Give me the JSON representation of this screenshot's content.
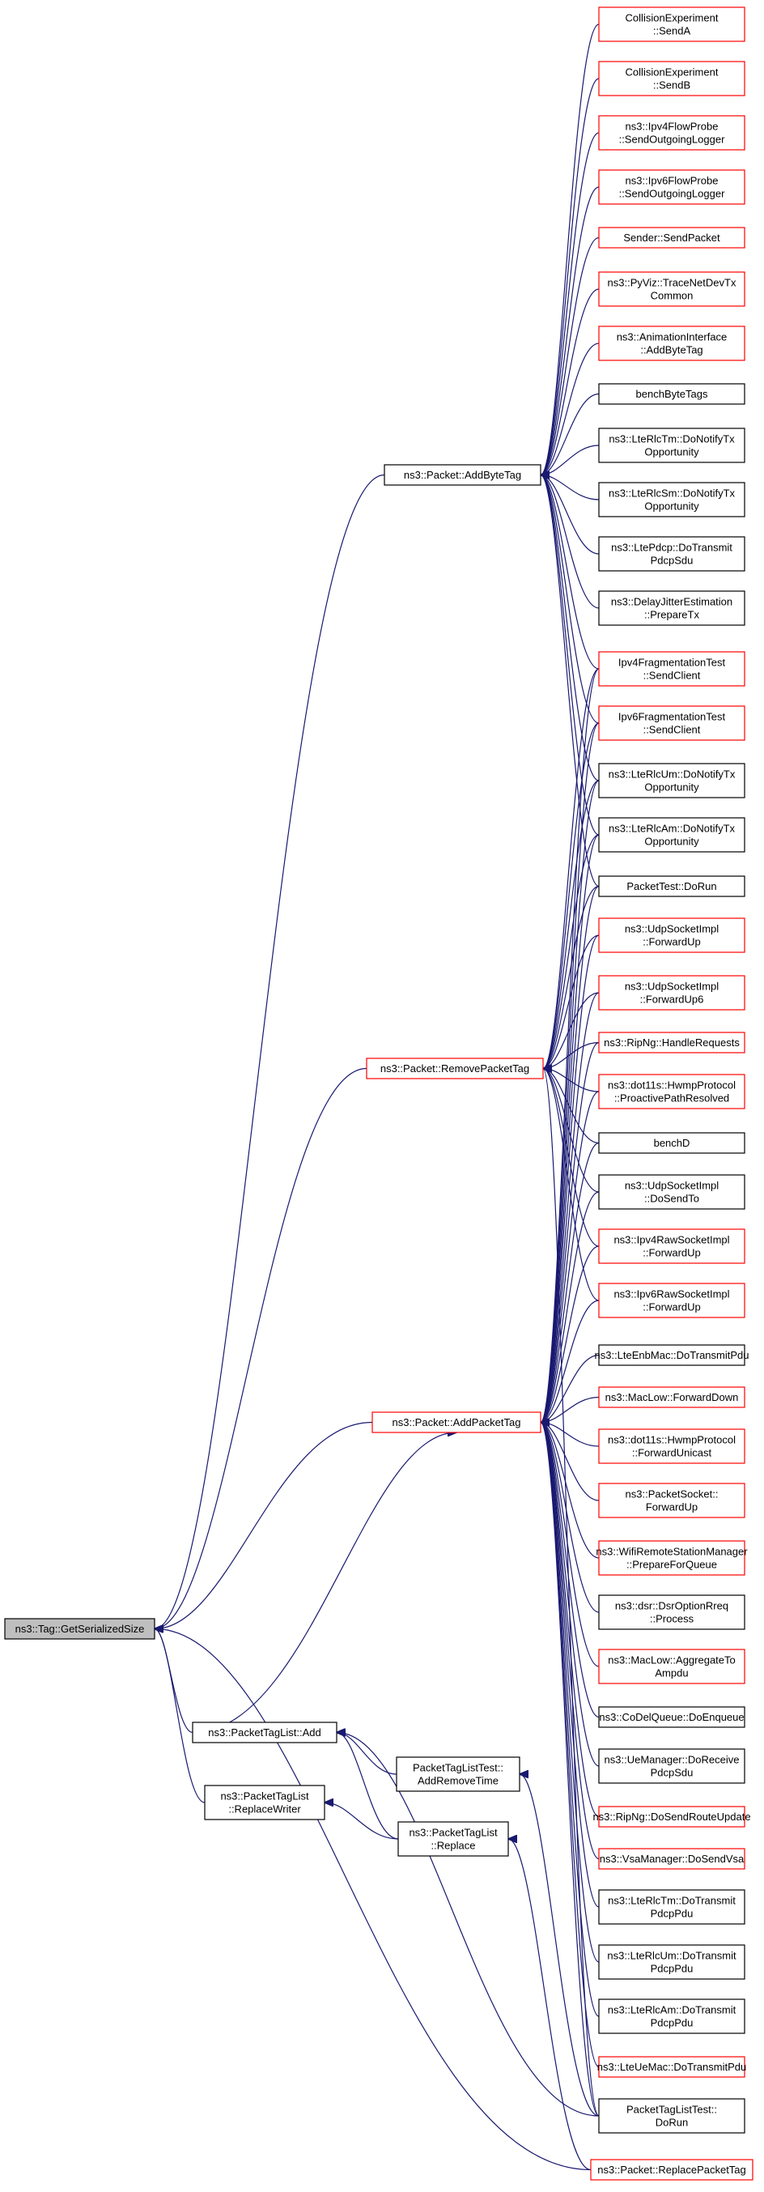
{
  "nodes": [
    {
      "id": "root",
      "lines": [
        "ns3::Tag::GetSerializedSize"
      ],
      "color": "root"
    },
    {
      "id": "addbytetag",
      "lines": [
        "ns3::Packet::AddByteTag"
      ],
      "color": "black"
    },
    {
      "id": "removepackettag",
      "lines": [
        "ns3::Packet::RemovePacketTag"
      ],
      "color": "red"
    },
    {
      "id": "addpackettag",
      "lines": [
        "ns3::Packet::AddPacketTag"
      ],
      "color": "red"
    },
    {
      "id": "ptl_add",
      "lines": [
        "ns3::PacketTagList::Add"
      ],
      "color": "black"
    },
    {
      "id": "ptl_replacewriter",
      "lines": [
        "ns3::PacketTagList",
        "::ReplaceWriter"
      ],
      "color": "black"
    },
    {
      "id": "ptlt_addremovetime",
      "lines": [
        "PacketTagListTest::",
        "AddRemoveTime"
      ],
      "color": "black"
    },
    {
      "id": "ptl_replace",
      "lines": [
        "ns3::PacketTagList",
        "::Replace"
      ],
      "color": "black"
    },
    {
      "id": "collA",
      "lines": [
        "CollisionExperiment",
        "::SendA"
      ],
      "color": "red"
    },
    {
      "id": "collB",
      "lines": [
        "CollisionExperiment",
        "::SendB"
      ],
      "color": "red"
    },
    {
      "id": "ipv4flow",
      "lines": [
        "ns3::Ipv4FlowProbe",
        "::SendOutgoingLogger"
      ],
      "color": "red"
    },
    {
      "id": "ipv6flow",
      "lines": [
        "ns3::Ipv6FlowProbe",
        "::SendOutgoingLogger"
      ],
      "color": "red"
    },
    {
      "id": "sender",
      "lines": [
        "Sender::SendPacket"
      ],
      "color": "red"
    },
    {
      "id": "pyviz",
      "lines": [
        "ns3::PyViz::TraceNetDevTx",
        "Common"
      ],
      "color": "red"
    },
    {
      "id": "anim",
      "lines": [
        "ns3::AnimationInterface",
        "::AddByteTag"
      ],
      "color": "red"
    },
    {
      "id": "benchbyte",
      "lines": [
        "benchByteTags"
      ],
      "color": "black"
    },
    {
      "id": "lterlctm_tx",
      "lines": [
        "ns3::LteRlcTm::DoNotifyTx",
        "Opportunity"
      ],
      "color": "black"
    },
    {
      "id": "lterlcsm_tx",
      "lines": [
        "ns3::LteRlcSm::DoNotifyTx",
        "Opportunity"
      ],
      "color": "black"
    },
    {
      "id": "ltepdcp",
      "lines": [
        "ns3::LtePdcp::DoTransmit",
        "PdcpSdu"
      ],
      "color": "black"
    },
    {
      "id": "delayjitter",
      "lines": [
        "ns3::DelayJitterEstimation",
        "::PrepareTx"
      ],
      "color": "black"
    },
    {
      "id": "ipv4frag",
      "lines": [
        "Ipv4FragmentationTest",
        "::SendClient"
      ],
      "color": "red"
    },
    {
      "id": "ipv6frag",
      "lines": [
        "Ipv6FragmentationTest",
        "::SendClient"
      ],
      "color": "red"
    },
    {
      "id": "lterlcum_tx",
      "lines": [
        "ns3::LteRlcUm::DoNotifyTx",
        "Opportunity"
      ],
      "color": "black"
    },
    {
      "id": "lterlcam_tx",
      "lines": [
        "ns3::LteRlcAm::DoNotifyTx",
        "Opportunity"
      ],
      "color": "black"
    },
    {
      "id": "packettest",
      "lines": [
        "PacketTest::DoRun"
      ],
      "color": "black"
    },
    {
      "id": "udpfwd",
      "lines": [
        "ns3::UdpSocketImpl",
        "::ForwardUp"
      ],
      "color": "red"
    },
    {
      "id": "udpfwd6",
      "lines": [
        "ns3::UdpSocketImpl",
        "::ForwardUp6"
      ],
      "color": "red"
    },
    {
      "id": "ripng_handle",
      "lines": [
        "ns3::RipNg::HandleRequests"
      ],
      "color": "red"
    },
    {
      "id": "hwmp_proactive",
      "lines": [
        "ns3::dot11s::HwmpProtocol",
        "::ProactivePathResolved"
      ],
      "color": "red"
    },
    {
      "id": "benchD",
      "lines": [
        "benchD"
      ],
      "color": "black"
    },
    {
      "id": "udpsendto",
      "lines": [
        "ns3::UdpSocketImpl",
        "::DoSendTo"
      ],
      "color": "black"
    },
    {
      "id": "ipv4raw",
      "lines": [
        "ns3::Ipv4RawSocketImpl",
        "::ForwardUp"
      ],
      "color": "red"
    },
    {
      "id": "ipv6raw",
      "lines": [
        "ns3::Ipv6RawSocketImpl",
        "::ForwardUp"
      ],
      "color": "red"
    },
    {
      "id": "lteenbmac",
      "lines": [
        "ns3::LteEnbMac::DoTransmitPdu"
      ],
      "color": "black"
    },
    {
      "id": "maclow_fwd",
      "lines": [
        "ns3::MacLow::ForwardDown"
      ],
      "color": "red"
    },
    {
      "id": "hwmp_unicast",
      "lines": [
        "ns3::dot11s::HwmpProtocol",
        "::ForwardUnicast"
      ],
      "color": "red"
    },
    {
      "id": "packetsocket",
      "lines": [
        "ns3::PacketSocket::",
        "ForwardUp"
      ],
      "color": "red"
    },
    {
      "id": "wifiremote",
      "lines": [
        "ns3::WifiRemoteStationManager",
        "::PrepareForQueue"
      ],
      "color": "red"
    },
    {
      "id": "dsr",
      "lines": [
        "ns3::dsr::DsrOptionRreq",
        "::Process"
      ],
      "color": "black"
    },
    {
      "id": "maclow_agg",
      "lines": [
        "ns3::MacLow::AggregateTo",
        "Ampdu"
      ],
      "color": "red"
    },
    {
      "id": "codel",
      "lines": [
        "ns3::CoDelQueue::DoEnqueue"
      ],
      "color": "black"
    },
    {
      "id": "uemanager",
      "lines": [
        "ns3::UeManager::DoReceive",
        "PdcpSdu"
      ],
      "color": "black"
    },
    {
      "id": "ripng_route",
      "lines": [
        "ns3::RipNg::DoSendRouteUpdate"
      ],
      "color": "red"
    },
    {
      "id": "vsa",
      "lines": [
        "ns3::VsaManager::DoSendVsa"
      ],
      "color": "red"
    },
    {
      "id": "lterlctm_pdu",
      "lines": [
        "ns3::LteRlcTm::DoTransmit",
        "PdcpPdu"
      ],
      "color": "black"
    },
    {
      "id": "lterlcum_pdu",
      "lines": [
        "ns3::LteRlcUm::DoTransmit",
        "PdcpPdu"
      ],
      "color": "black"
    },
    {
      "id": "lterlcam_pdu",
      "lines": [
        "ns3::LteRlcAm::DoTransmit",
        "PdcpPdu"
      ],
      "color": "black"
    },
    {
      "id": "lteuemac",
      "lines": [
        "ns3::LteUeMac::DoTransmitPdu"
      ],
      "color": "red"
    },
    {
      "id": "ptlt_dorun",
      "lines": [
        "PacketTagListTest::",
        "DoRun"
      ],
      "color": "black"
    },
    {
      "id": "replacepackettag",
      "lines": [
        "ns3::Packet::ReplacePacketTag"
      ],
      "color": "red"
    }
  ],
  "edges": [
    [
      "addbytetag",
      "root"
    ],
    [
      "removepackettag",
      "root"
    ],
    [
      "addpackettag",
      "root"
    ],
    [
      "ptl_add",
      "root"
    ],
    [
      "ptl_replacewriter",
      "root"
    ],
    [
      "replacepackettag",
      "root"
    ],
    [
      "collA",
      "addbytetag"
    ],
    [
      "collB",
      "addbytetag"
    ],
    [
      "ipv4flow",
      "addbytetag"
    ],
    [
      "ipv6flow",
      "addbytetag"
    ],
    [
      "sender",
      "addbytetag"
    ],
    [
      "pyviz",
      "addbytetag"
    ],
    [
      "anim",
      "addbytetag"
    ],
    [
      "benchbyte",
      "addbytetag"
    ],
    [
      "lterlctm_tx",
      "addbytetag"
    ],
    [
      "lterlcsm_tx",
      "addbytetag"
    ],
    [
      "ltepdcp",
      "addbytetag"
    ],
    [
      "delayjitter",
      "addbytetag"
    ],
    [
      "ipv4frag",
      "addbytetag"
    ],
    [
      "ipv6frag",
      "addbytetag"
    ],
    [
      "lterlcum_tx",
      "addbytetag"
    ],
    [
      "lterlcam_tx",
      "addbytetag"
    ],
    [
      "packettest",
      "addbytetag"
    ],
    [
      "ipv4frag",
      "removepackettag"
    ],
    [
      "ipv6frag",
      "removepackettag"
    ],
    [
      "lterlcum_tx",
      "removepackettag"
    ],
    [
      "lterlcam_tx",
      "removepackettag"
    ],
    [
      "packettest",
      "removepackettag"
    ],
    [
      "udpfwd",
      "removepackettag"
    ],
    [
      "udpfwd6",
      "removepackettag"
    ],
    [
      "ripng_handle",
      "removepackettag"
    ],
    [
      "hwmp_proactive",
      "removepackettag"
    ],
    [
      "benchD",
      "removepackettag"
    ],
    [
      "udpsendto",
      "removepackettag"
    ],
    [
      "ipv4raw",
      "removepackettag"
    ],
    [
      "ipv6raw",
      "removepackettag"
    ],
    [
      "ptlt_dorun",
      "removepackettag"
    ],
    [
      "ipv4frag",
      "addpackettag"
    ],
    [
      "ipv6frag",
      "addpackettag"
    ],
    [
      "lterlcum_tx",
      "addpackettag"
    ],
    [
      "lterlcam_tx",
      "addpackettag"
    ],
    [
      "packettest",
      "addpackettag"
    ],
    [
      "udpfwd",
      "addpackettag"
    ],
    [
      "udpfwd6",
      "addpackettag"
    ],
    [
      "ripng_handle",
      "addpackettag"
    ],
    [
      "hwmp_proactive",
      "addpackettag"
    ],
    [
      "benchD",
      "addpackettag"
    ],
    [
      "udpsendto",
      "addpackettag"
    ],
    [
      "ipv4raw",
      "addpackettag"
    ],
    [
      "ipv6raw",
      "addpackettag"
    ],
    [
      "lteenbmac",
      "addpackettag"
    ],
    [
      "maclow_fwd",
      "addpackettag"
    ],
    [
      "hwmp_unicast",
      "addpackettag"
    ],
    [
      "packetsocket",
      "addpackettag"
    ],
    [
      "wifiremote",
      "addpackettag"
    ],
    [
      "dsr",
      "addpackettag"
    ],
    [
      "maclow_agg",
      "addpackettag"
    ],
    [
      "codel",
      "addpackettag"
    ],
    [
      "uemanager",
      "addpackettag"
    ],
    [
      "ripng_route",
      "addpackettag"
    ],
    [
      "vsa",
      "addpackettag"
    ],
    [
      "lterlctm_pdu",
      "addpackettag"
    ],
    [
      "lterlcum_pdu",
      "addpackettag"
    ],
    [
      "lterlcam_pdu",
      "addpackettag"
    ],
    [
      "lteuemac",
      "addpackettag"
    ],
    [
      "ptlt_dorun",
      "addpackettag"
    ],
    [
      "ptl_add",
      "addpackettag"
    ],
    [
      "ptlt_addremovetime",
      "ptl_add"
    ],
    [
      "ptl_replace",
      "ptl_add"
    ],
    [
      "ptlt_dorun",
      "ptl_add"
    ],
    [
      "ptl_replace",
      "ptl_replacewriter"
    ],
    [
      "replacepackettag",
      "ptl_replace"
    ],
    [
      "ptlt_dorun",
      "ptlt_addremovetime"
    ]
  ],
  "colors": {
    "edge": "#191970",
    "red_border": "#ff0000",
    "black_border": "#000000",
    "root_fill": "#bfbfbf"
  }
}
